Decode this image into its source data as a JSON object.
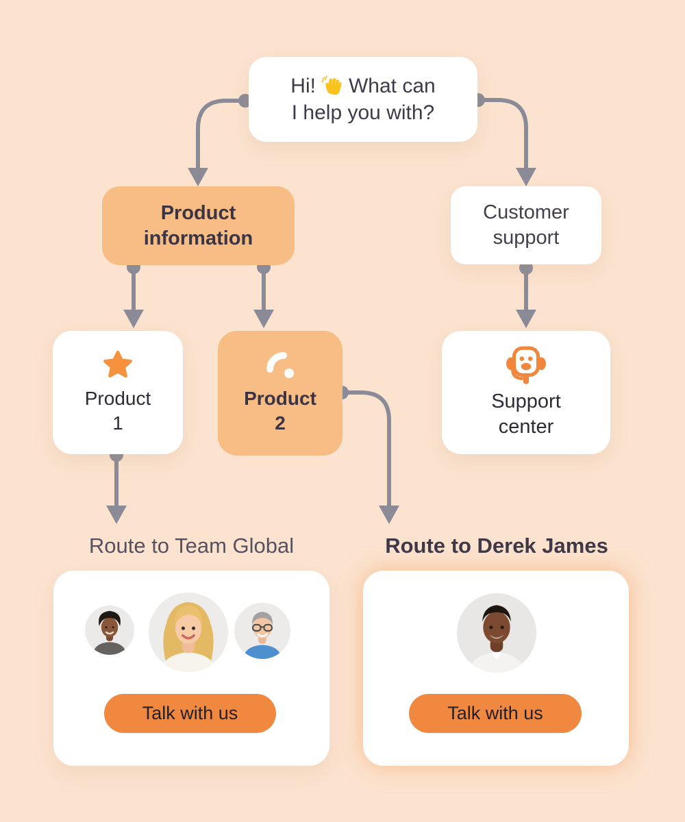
{
  "colors": {
    "background": "#FBE3CF",
    "node_orange": "#F8BC85",
    "node_white": "#FFFFFF",
    "connector_gray": "#8B8B97",
    "button_orange": "#F0883F",
    "icon_orange": "#F6913E",
    "text_dark": "#3A3443",
    "text_muted": "#57515F"
  },
  "flow": {
    "greeting": {
      "line1_prefix": "Hi!",
      "wave_emoji": "👋",
      "line1_suffix": "What can",
      "line2": "I help you with?"
    },
    "product_information": {
      "label": "Product information"
    },
    "customer_support": {
      "label": "Customer support"
    },
    "product_1": {
      "label": "Product 1",
      "icon": "star-icon"
    },
    "product_2": {
      "label": "Product 2",
      "icon": "swoosh-icon"
    },
    "support_center": {
      "label": "Support center",
      "icon": "support-agent-icon"
    }
  },
  "routes": {
    "team_global": {
      "title": "Route to Team Global",
      "button_label": "Talk with us",
      "avatar_count": 3
    },
    "derek_james": {
      "title": "Route to Derek James",
      "button_label": "Talk with us",
      "avatar_count": 1
    }
  }
}
